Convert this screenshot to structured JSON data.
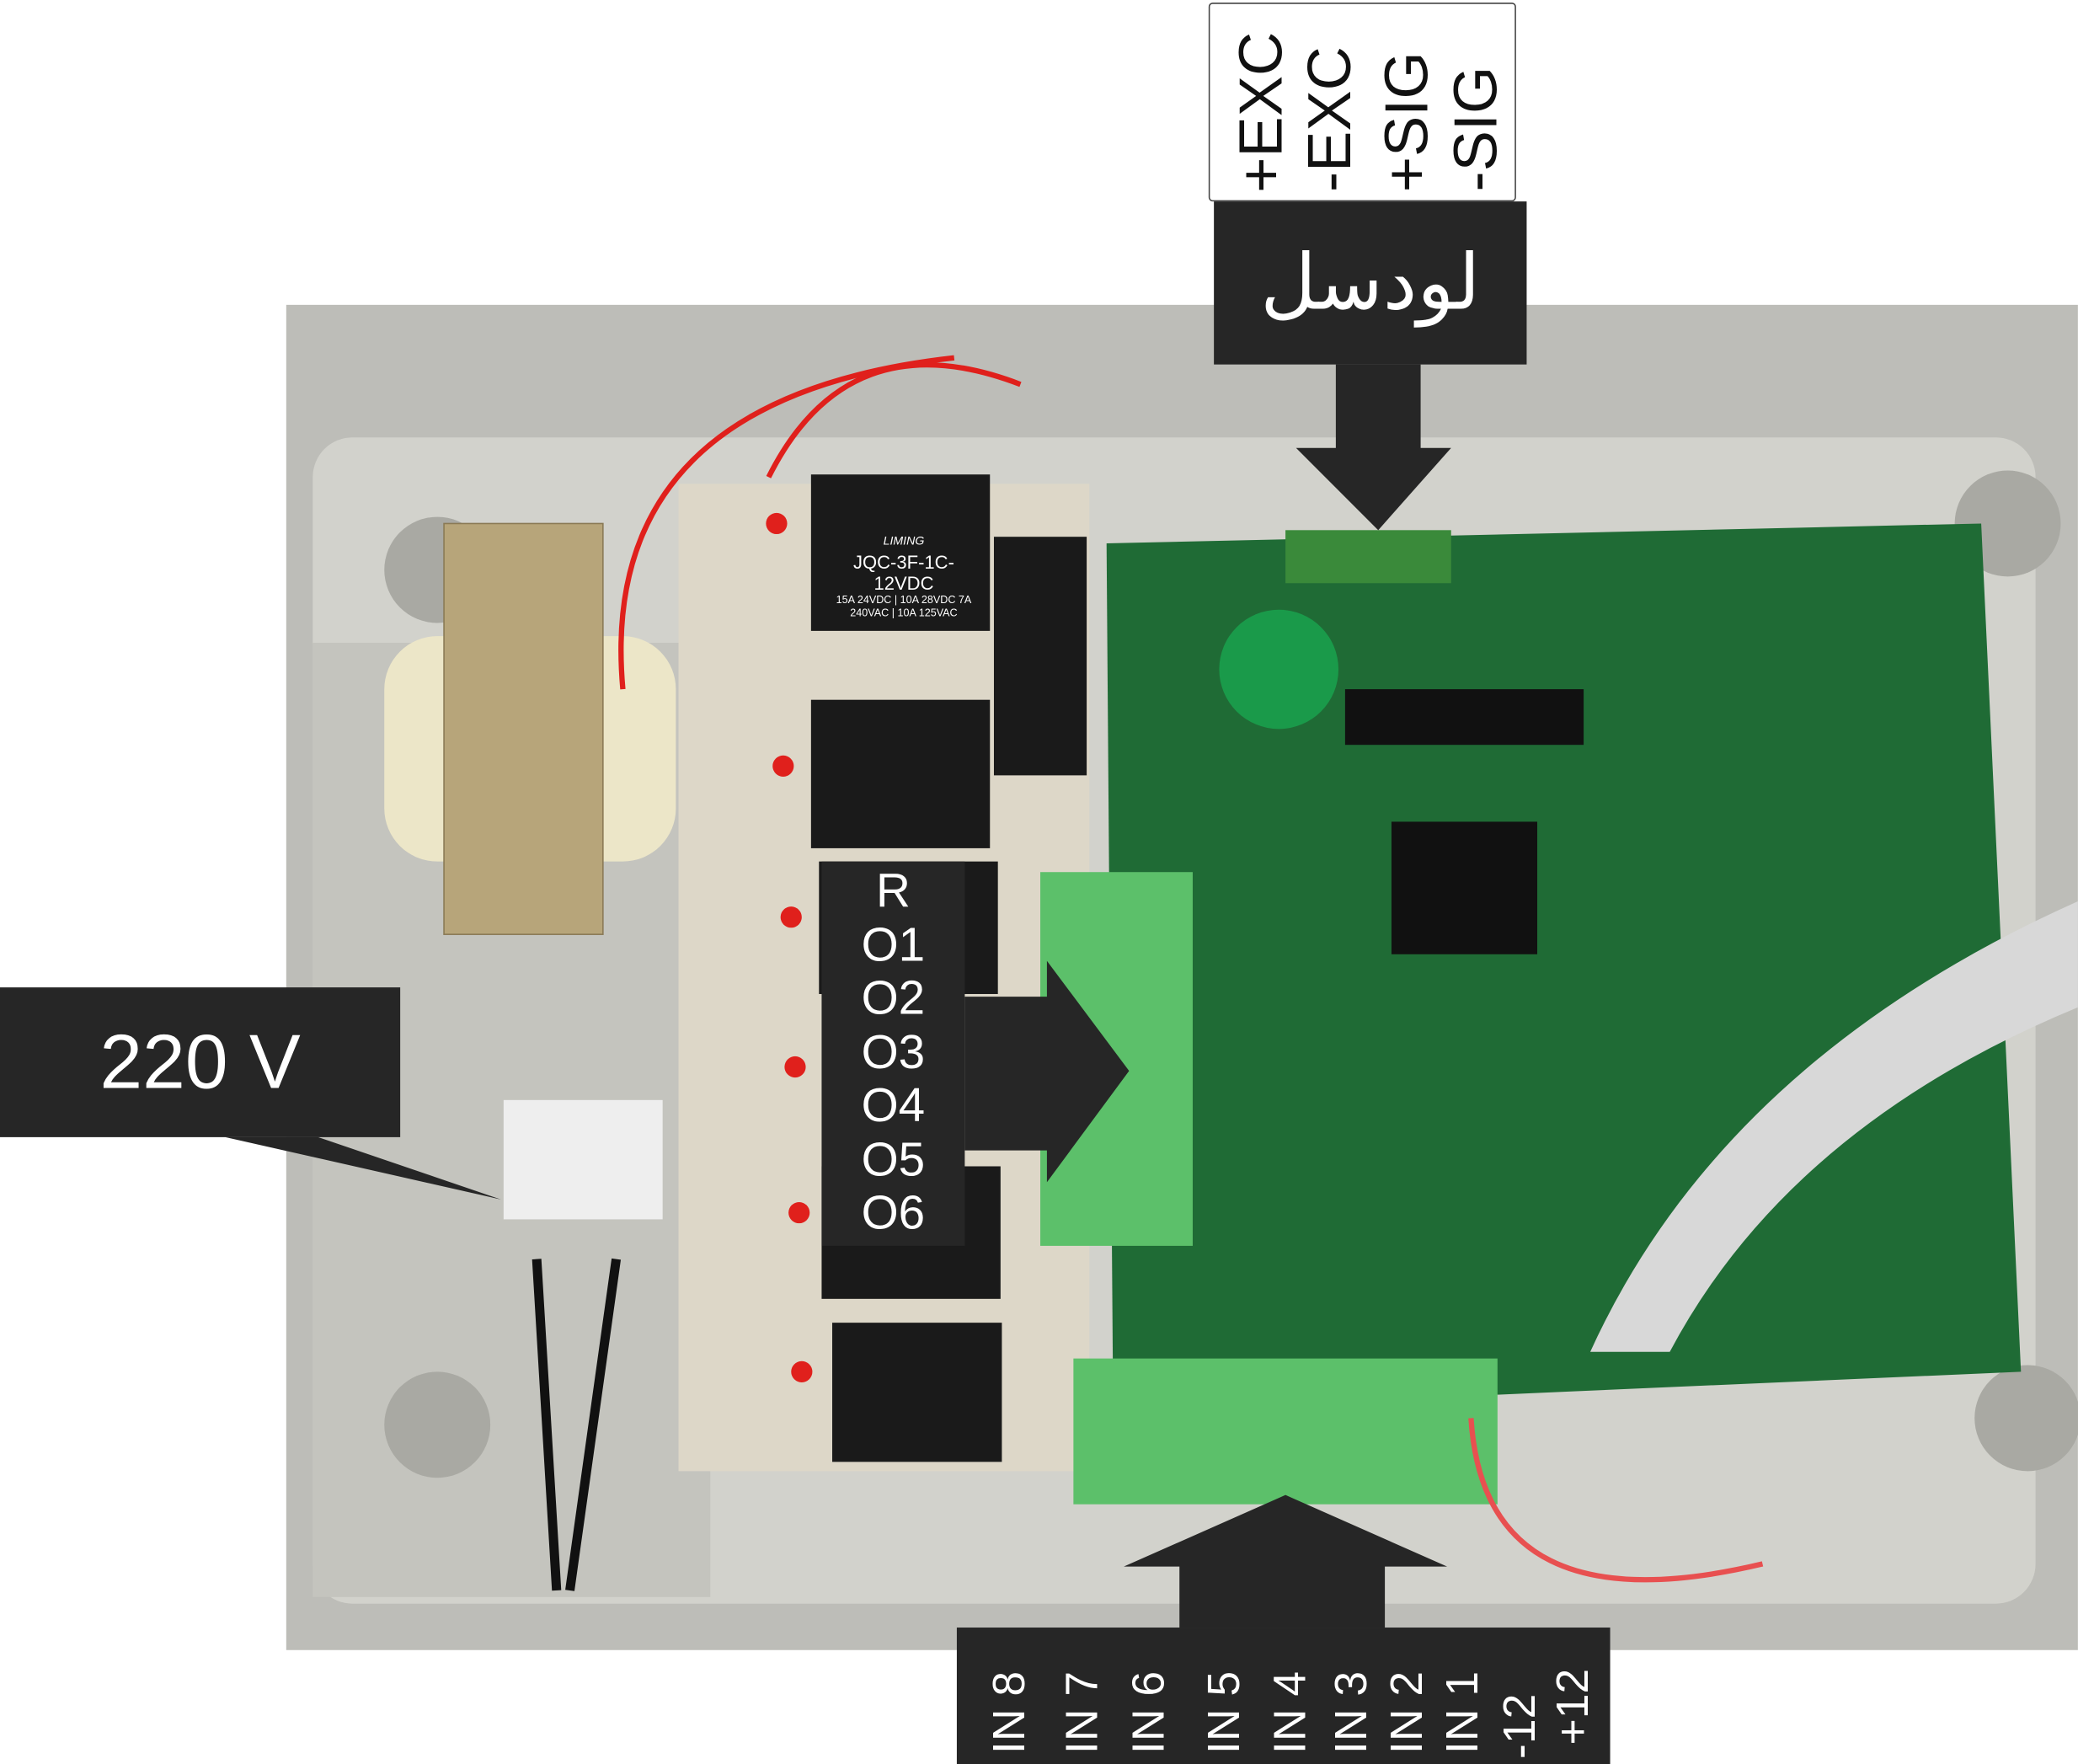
{
  "loadcell": {
    "title": "لودسل",
    "pins": [
      "+EXC",
      "-EXC",
      "+SIG",
      "-SIG"
    ]
  },
  "power": {
    "label": "220 V"
  },
  "outputs": {
    "labels": [
      "R",
      "O1",
      "O2",
      "O3",
      "O4",
      "O5",
      "O6"
    ]
  },
  "inputs": {
    "labels": [
      "IN 8",
      "IN 7",
      "IN 6",
      "IN 5",
      "IN 4",
      "IN 3",
      "IN 2",
      "IN 1",
      "-12",
      "+12"
    ]
  },
  "relays": {
    "model": "JQC-3F-1C-12VDC",
    "brand": "LIMING",
    "ratings": "15A 24VDC | 10A 28VDC  7A 240VAC | 10A 125VAC"
  },
  "colors": {
    "label_bg": "#262626",
    "pcb": "#1f6b35",
    "terminal": "#5cc06a",
    "enclosure": "#c9c9c4"
  }
}
